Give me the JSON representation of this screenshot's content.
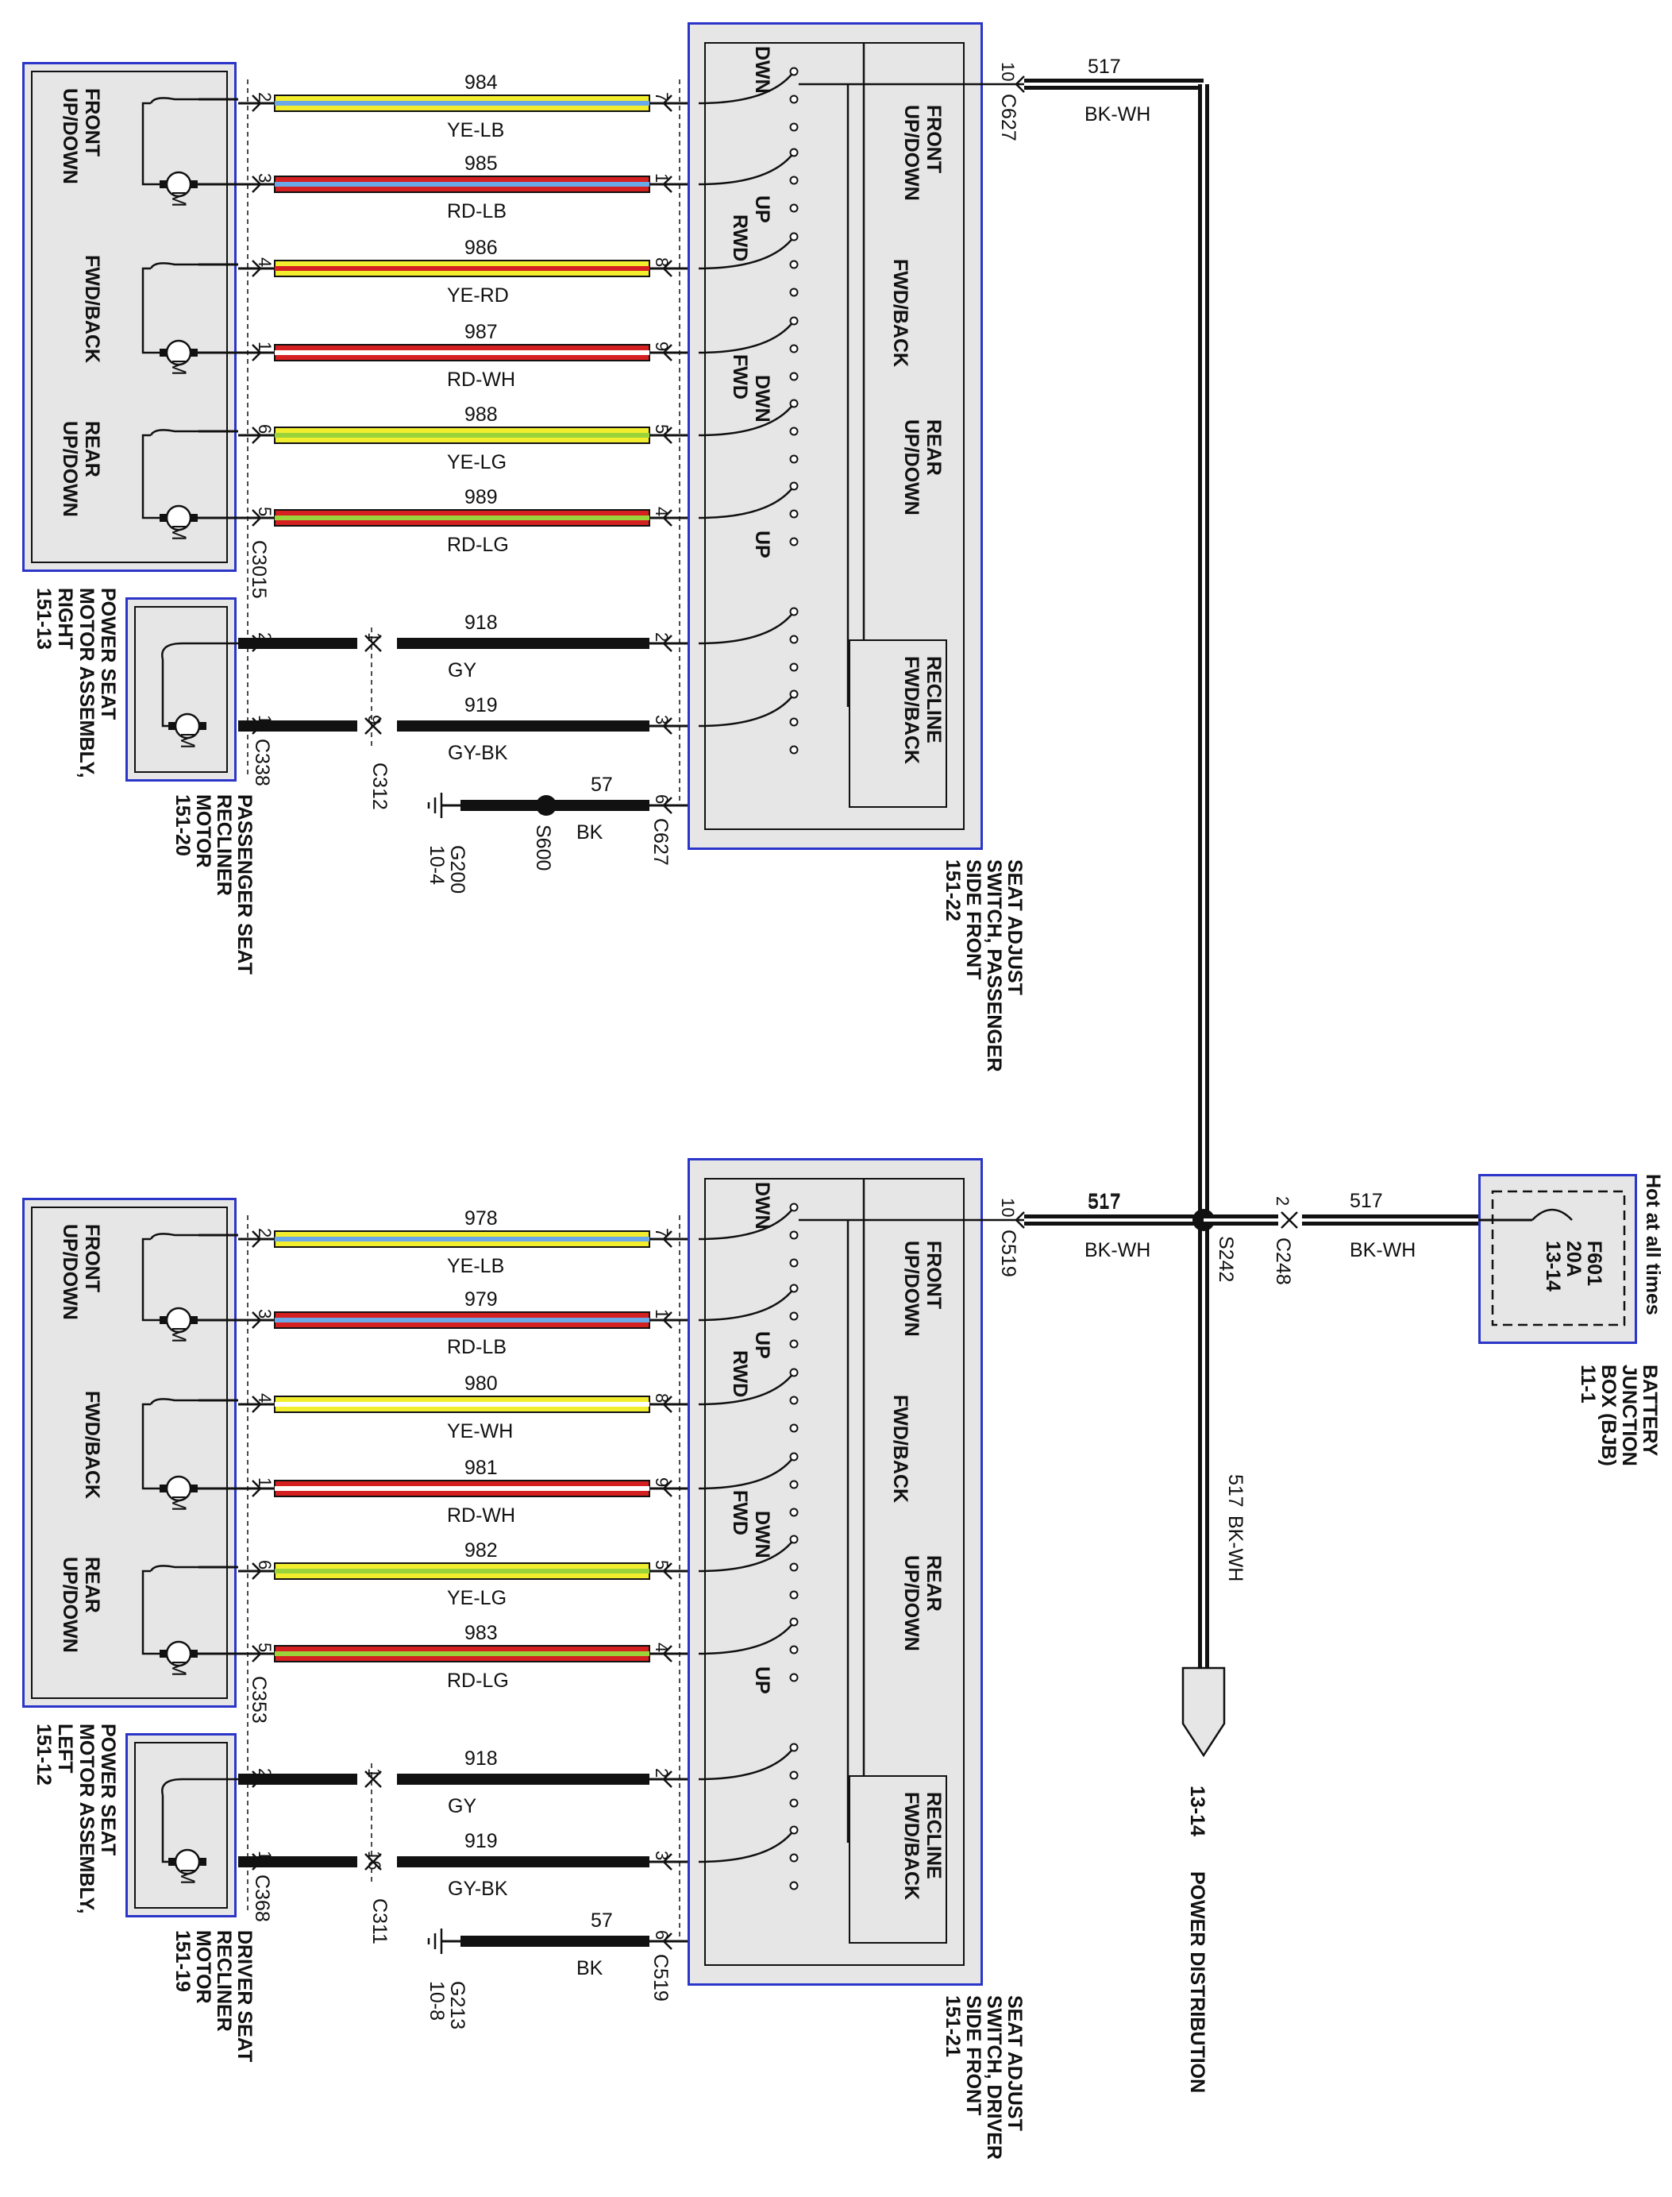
{
  "colors": {
    "box_fill": "#e6e6e6",
    "box_border": "#2b35c8",
    "wire_black": "#111111",
    "YE": "#f2ee2e",
    "LB": "#6aa8e8",
    "RD": "#d42020",
    "WH": "#ffffff",
    "LG": "#9ad43a",
    "GY": "#444444",
    "BK": "#111111"
  },
  "icons": {
    "motor": "motor-icon",
    "switch": "switch-icon",
    "ground": "ground-icon",
    "splice": "splice-icon",
    "fuse": "fuse-icon",
    "arrow": "page-reference-arrow-icon"
  },
  "passenger": {
    "motor_box_labels": [
      "POWER SEAT",
      "MOTOR ASSEMBLY,",
      "RIGHT",
      "151-13"
    ],
    "motors": [
      {
        "name": [
          "FRONT",
          "UP/DOWN"
        ]
      },
      {
        "name": [
          "FWD/BACK"
        ]
      },
      {
        "name": [
          "REAR",
          "UP/DOWN"
        ]
      }
    ],
    "motor_connector": "C3015",
    "wires": [
      {
        "circuit": "984",
        "color_label": "YE-LB",
        "base": "YE",
        "stripe": "LB",
        "left_pin": "2",
        "right_pin": "7"
      },
      {
        "circuit": "985",
        "color_label": "RD-LB",
        "base": "RD",
        "stripe": "LB",
        "left_pin": "3",
        "right_pin": "1"
      },
      {
        "circuit": "986",
        "color_label": "YE-RD",
        "base": "YE",
        "stripe": "RD",
        "left_pin": "4",
        "right_pin": "8"
      },
      {
        "circuit": "987",
        "color_label": "RD-WH",
        "base": "RD",
        "stripe": "WH",
        "left_pin": "1",
        "right_pin": "9"
      },
      {
        "circuit": "988",
        "color_label": "YE-LG",
        "base": "YE",
        "stripe": "LG",
        "left_pin": "6",
        "right_pin": "5"
      },
      {
        "circuit": "989",
        "color_label": "RD-LG",
        "base": "RD",
        "stripe": "LG",
        "left_pin": "5",
        "right_pin": "4"
      }
    ],
    "recliner_box_labels": [
      "PASSENGER SEAT",
      "RECLINER",
      "MOTOR",
      "151-20"
    ],
    "recliner_connector": "C338",
    "inline_connector": "C312",
    "recliner_wires": [
      {
        "circuit": "918",
        "color_label": "GY",
        "left_pin": "2",
        "mid_pin": "1",
        "right_pin": "2"
      },
      {
        "circuit": "919",
        "color_label": "GY-BK",
        "left_pin": "1",
        "mid_pin": "9",
        "right_pin": "3"
      }
    ],
    "ground_wire": {
      "circuit": "57",
      "color_label": "BK",
      "pin": "6"
    },
    "splice": "S600",
    "ground": [
      "G200",
      "10-4"
    ],
    "switch_connector": "C627",
    "switch_box_labels": [
      "SEAT ADJUST",
      "SWITCH, PASSENGER",
      "SIDE FRONT",
      "151-22"
    ],
    "switch_sections": [
      "FRONT",
      "UP/DOWN",
      "FWD/BACK",
      "REAR",
      "UP/DOWN",
      "RECLINE",
      "FWD/BACK"
    ],
    "switch_dir": [
      "DWN",
      "UP",
      "RWD",
      "DWN",
      "FWD",
      "UP"
    ],
    "power_pin": "10",
    "power_connector": "C627",
    "power_circuit": "517",
    "power_color": "BK-WH"
  },
  "driver": {
    "motor_box_labels": [
      "POWER SEAT",
      "MOTOR ASSEMBLY,",
      "LEFT",
      "151-12"
    ],
    "motors": [
      {
        "name": [
          "FRONT",
          "UP/DOWN"
        ]
      },
      {
        "name": [
          "FWD/BACK"
        ]
      },
      {
        "name": [
          "REAR",
          "UP/DOWN"
        ]
      }
    ],
    "motor_connector": "C353",
    "wires": [
      {
        "circuit": "978",
        "color_label": "YE-LB",
        "base": "YE",
        "stripe": "LB",
        "left_pin": "2",
        "right_pin": "7"
      },
      {
        "circuit": "979",
        "color_label": "RD-LB",
        "base": "RD",
        "stripe": "LB",
        "left_pin": "3",
        "right_pin": "1"
      },
      {
        "circuit": "980",
        "color_label": "YE-WH",
        "base": "YE",
        "stripe": "WH",
        "left_pin": "4",
        "right_pin": "8"
      },
      {
        "circuit": "981",
        "color_label": "RD-WH",
        "base": "RD",
        "stripe": "WH",
        "left_pin": "1",
        "right_pin": "9"
      },
      {
        "circuit": "982",
        "color_label": "YE-LG",
        "base": "YE",
        "stripe": "LG",
        "left_pin": "6",
        "right_pin": "5"
      },
      {
        "circuit": "983",
        "color_label": "RD-LG",
        "base": "RD",
        "stripe": "LG",
        "left_pin": "5",
        "right_pin": "4"
      }
    ],
    "recliner_box_labels": [
      "DRIVER SEAT",
      "RECLINER",
      "MOTOR",
      "151-19"
    ],
    "recliner_connector": "C368",
    "inline_connector": "C311",
    "recliner_wires": [
      {
        "circuit": "918",
        "color_label": "GY",
        "left_pin": "2",
        "mid_pin": "1",
        "right_pin": "2"
      },
      {
        "circuit": "919",
        "color_label": "GY-BK",
        "left_pin": "1",
        "mid_pin": "16",
        "right_pin": "3"
      }
    ],
    "ground_wire": {
      "circuit": "57",
      "color_label": "BK",
      "pin": "6"
    },
    "ground": [
      "G213",
      "10-8"
    ],
    "switch_connector": "C519",
    "switch_box_labels": [
      "SEAT ADJUST",
      "SWITCH, DRIVER",
      "SIDE FRONT",
      "151-21"
    ],
    "switch_sections": [
      "FRONT",
      "UP/DOWN",
      "FWD/BACK",
      "REAR",
      "UP/DOWN",
      "RECLINE",
      "FWD/BACK"
    ],
    "switch_dir": [
      "DWN",
      "UP",
      "RWD",
      "DWN",
      "FWD",
      "UP"
    ],
    "power_pin": "10",
    "power_connector": "C519",
    "power_circuit": "517",
    "power_color": "BK-WH"
  },
  "power": {
    "splice": "S242",
    "connector": "C248",
    "connector_pin": "2",
    "feed_circuit": "517",
    "feed_color": "BK-WH",
    "down_circuit": "517",
    "down_color": "BK-WH",
    "bjb_labels": [
      "BATTERY",
      "JUNCTION",
      "BOX (BJB)",
      "11-1"
    ],
    "hot_label": "Hot at all times",
    "fuse": [
      "F601",
      "20A",
      "13-14"
    ],
    "destination": [
      "13-14",
      "POWER DISTRIBUTION"
    ]
  }
}
